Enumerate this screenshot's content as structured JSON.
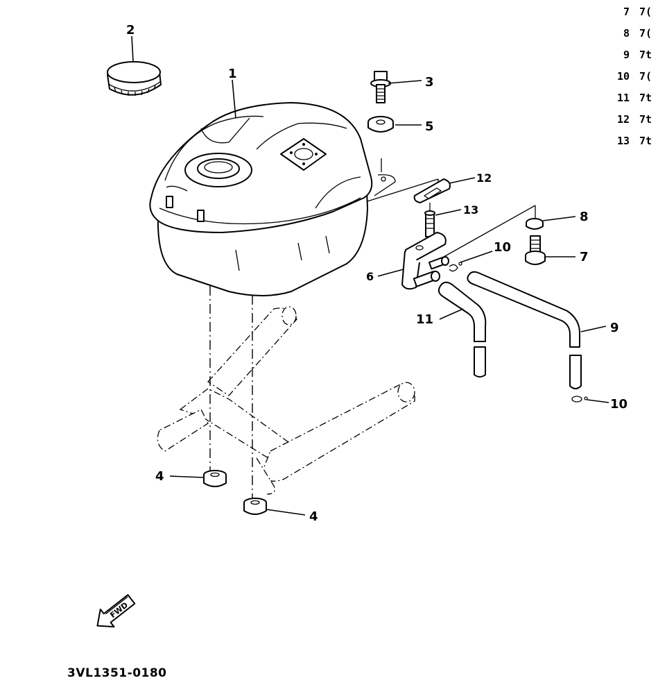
{
  "callouts": {
    "c1": "1",
    "c2": "2",
    "c3": "3",
    "c4a": "4",
    "c4b": "4",
    "c5": "5",
    "c6": "6",
    "c7": "7",
    "c8": "8",
    "c9": "9",
    "c10a": "10",
    "c10b": "10",
    "c11": "11",
    "c12": "12",
    "c13": "13"
  },
  "parts_list": [
    {
      "num": "7",
      "code": "7("
    },
    {
      "num": "8",
      "code": "7("
    },
    {
      "num": "9",
      "code": "7t"
    },
    {
      "num": "10",
      "code": "7("
    },
    {
      "num": "11",
      "code": "7t"
    },
    {
      "num": "12",
      "code": "7t"
    },
    {
      "num": "13",
      "code": "7t"
    }
  ],
  "fwd_label": "FWD",
  "reference_code": "3VL1351-0180"
}
